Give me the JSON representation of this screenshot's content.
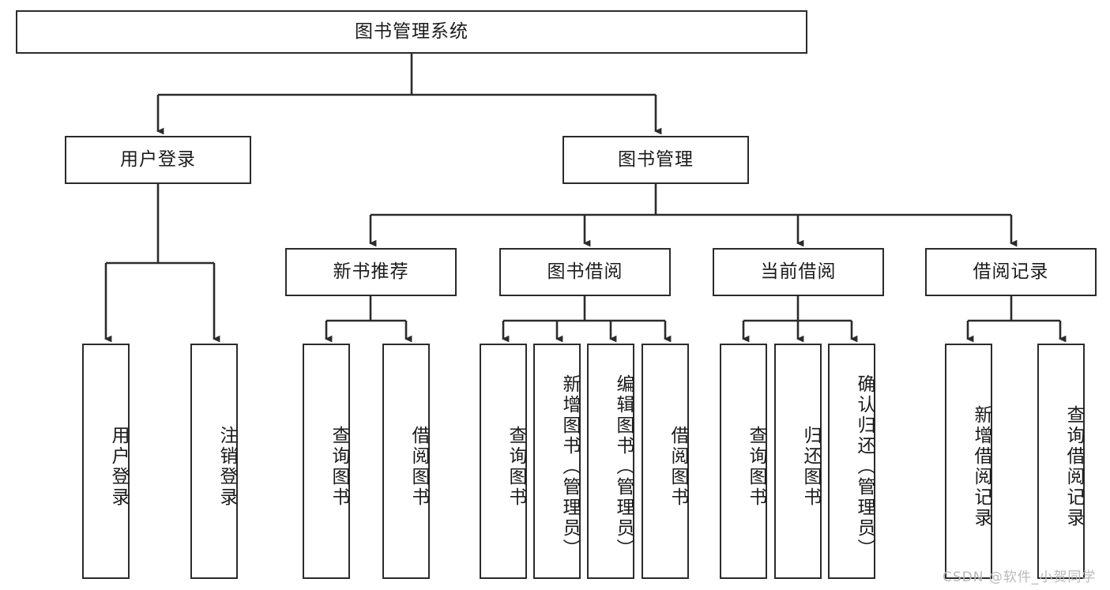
{
  "diagram": {
    "title": "图书管理系统",
    "type": "hierarchy-tree",
    "watermark": "CSDN @软件_小贺同学",
    "colors": {
      "stroke": "#2b2b2b",
      "background": "#ffffff",
      "text": "#1b1b1b",
      "watermark": "#b9b9b9"
    },
    "root": {
      "label": "图书管理系统"
    },
    "level2": [
      {
        "label": "用户登录"
      },
      {
        "label": "图书管理"
      }
    ],
    "level3": [
      {
        "label": "新书推荐"
      },
      {
        "label": "图书借阅"
      },
      {
        "label": "当前借阅"
      },
      {
        "label": "借阅记录"
      }
    ],
    "leaves": {
      "user_login": [
        {
          "label": "用户登录"
        },
        {
          "label": "注销登录"
        }
      ],
      "new_book_rec": [
        {
          "label": "查询图书"
        },
        {
          "label": "借阅图书"
        }
      ],
      "book_borrow": [
        {
          "label": "查询图书"
        },
        {
          "label": "新增图书（管理员）"
        },
        {
          "label": "编辑图书（管理员）"
        },
        {
          "label": "借阅图书"
        }
      ],
      "current_borrow": [
        {
          "label": "查询图书"
        },
        {
          "label": "归还图书"
        },
        {
          "label": "确认归还（管理员）"
        }
      ],
      "borrow_record": [
        {
          "label": "新增借阅记录"
        },
        {
          "label": "查询借阅记录"
        }
      ]
    }
  }
}
